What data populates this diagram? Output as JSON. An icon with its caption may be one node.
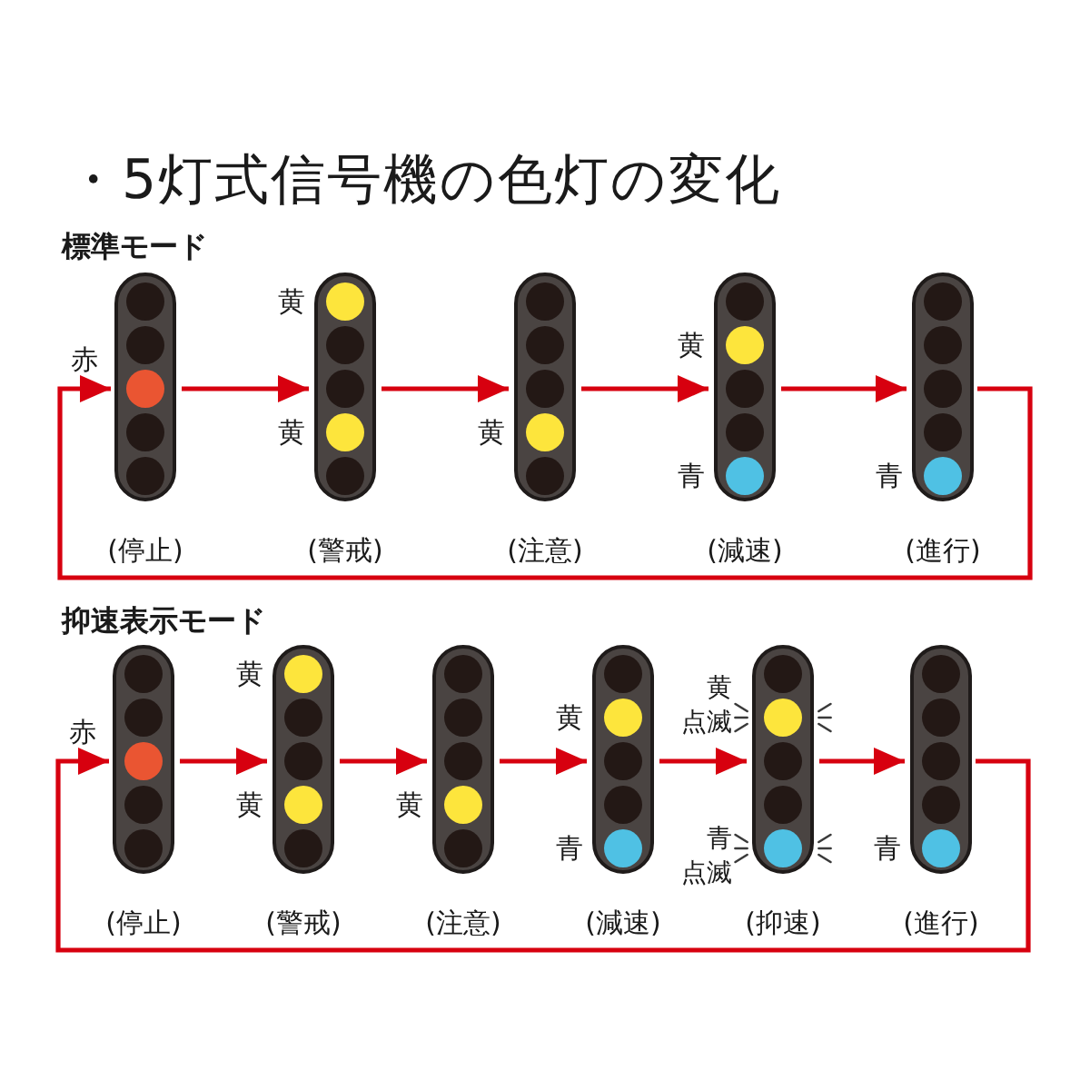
{
  "diagram": {
    "title": "・5灯式信号機の色灯の変化",
    "nodes": [
      {
        "text": [],
        "shape": "picture",
        "beside": [
          "赤",
          "(停止)"
        ]
      },
      {
        "text": [],
        "shape": "picture",
        "beside": [
          "黄",
          "黄",
          "(警戒)"
        ]
      },
      {
        "text": [],
        "shape": "picture",
        "beside": [
          "黄",
          "(注意)"
        ]
      },
      {
        "text": [],
        "shape": "picture",
        "beside": [
          "黄",
          "青",
          "(減速)"
        ]
      },
      {
        "text": [],
        "shape": "picture",
        "beside": [
          "青",
          "(進行)"
        ]
      },
      {
        "text": [],
        "shape": "picture",
        "beside": [
          "赤",
          "(停止)"
        ]
      },
      {
        "text": [],
        "shape": "picture",
        "beside": [
          "黄",
          "黄",
          "(警戒)"
        ]
      },
      {
        "text": [],
        "shape": "picture",
        "beside": [
          "黄",
          "(注意)"
        ]
      },
      {
        "text": [],
        "shape": "picture",
        "beside": [
          "黄",
          "青",
          "(減速)"
        ]
      },
      {
        "text": [],
        "shape": "picture",
        "beside": [
          "黄点滅",
          "青点滅",
          "(抑速)"
        ]
      },
      {
        "text": [],
        "shape": "picture",
        "beside": [
          "青",
          "(進行)"
        ]
      }
    ],
    "edges": [
      {
        "from": 0,
        "to": 1,
        "arrow": "to"
      },
      {
        "from": 1,
        "to": 2,
        "arrow": "to"
      },
      {
        "from": 2,
        "to": 3,
        "arrow": "to"
      },
      {
        "from": 3,
        "to": 4,
        "arrow": "to"
      },
      {
        "from": 4,
        "to": 0,
        "arrow": "to"
      },
      {
        "from": 5,
        "to": 6,
        "arrow": "to"
      },
      {
        "from": 6,
        "to": 7,
        "arrow": "to"
      },
      {
        "from": 7,
        "to": 8,
        "arrow": "to"
      },
      {
        "from": 8,
        "to": 9,
        "arrow": "to"
      },
      {
        "from": 9,
        "to": 10,
        "arrow": "to"
      },
      {
        "from": 10,
        "to": 5,
        "arrow": "to"
      }
    ],
    "labels": [
      "標準モード",
      "抑速表示モード"
    ]
  }
}
